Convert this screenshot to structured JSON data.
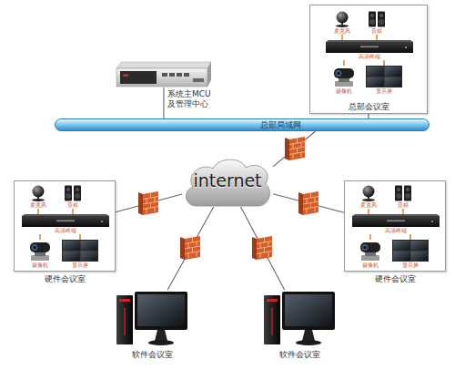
{
  "diagram": {
    "nodes": [
      {
        "text": [
          "系统主MCU 及管理中心"
        ]
      },
      {
        "text": [
          "总部会议室"
        ]
      },
      {
        "text": [
          "麦克风"
        ],
        "in": 1
      },
      {
        "text": [
          "音箱"
        ],
        "in": 1
      },
      {
        "text": [
          "高清终端"
        ],
        "in": 1
      },
      {
        "text": [
          "摄像机"
        ],
        "in": 1
      },
      {
        "text": [
          "显示屏"
        ],
        "in": 1
      },
      {
        "text": [
          "总部局域网"
        ]
      },
      {
        "text": [
          "internet"
        ]
      },
      {
        "text": [
          "硬件会议室"
        ]
      },
      {
        "text": [
          "麦克风"
        ],
        "in": 9
      },
      {
        "text": [
          "音箱"
        ],
        "in": 9
      },
      {
        "text": [
          "高清终端"
        ],
        "in": 9
      },
      {
        "text": [
          "摄像机"
        ],
        "in": 9
      },
      {
        "text": [
          "显示屏"
        ],
        "in": 9
      },
      {
        "text": [
          "硬件会议室"
        ]
      },
      {
        "text": [
          "麦克风"
        ],
        "in": 15
      },
      {
        "text": [
          "音箱"
        ],
        "in": 15
      },
      {
        "text": [
          "高清终端"
        ],
        "in": 15
      },
      {
        "text": [
          "摄像机"
        ],
        "in": 15
      },
      {
        "text": [
          "显示屏"
        ],
        "in": 15
      },
      {
        "text": [
          "软件会议室"
        ]
      },
      {
        "text": [
          "软件会议室"
        ]
      }
    ],
    "edges": [
      {
        "from": 0,
        "to": 7,
        "arrow": "none"
      },
      {
        "from": 1,
        "to": 7,
        "arrow": "none"
      },
      {
        "from": 7,
        "to": 8,
        "arrow": "none"
      },
      {
        "from": 9,
        "to": 8,
        "arrow": "none"
      },
      {
        "from": 15,
        "to": 8,
        "arrow": "none"
      },
      {
        "from": 21,
        "to": 8,
        "arrow": "none"
      },
      {
        "from": 22,
        "to": 8,
        "arrow": "none"
      },
      {
        "from": 2,
        "to": 4,
        "arrow": "none"
      },
      {
        "from": 3,
        "to": 4,
        "arrow": "none"
      },
      {
        "from": 5,
        "to": 4,
        "arrow": "none"
      },
      {
        "from": 6,
        "to": 4,
        "arrow": "none"
      },
      {
        "from": 10,
        "to": 12,
        "arrow": "none"
      },
      {
        "from": 11,
        "to": 12,
        "arrow": "none"
      },
      {
        "from": 13,
        "to": 12,
        "arrow": "none"
      },
      {
        "from": 14,
        "to": 12,
        "arrow": "none"
      },
      {
        "from": 16,
        "to": 18,
        "arrow": "none"
      },
      {
        "from": 17,
        "to": 18,
        "arrow": "none"
      },
      {
        "from": 19,
        "to": 18,
        "arrow": "none"
      },
      {
        "from": 20,
        "to": 18,
        "arrow": "none"
      }
    ]
  }
}
